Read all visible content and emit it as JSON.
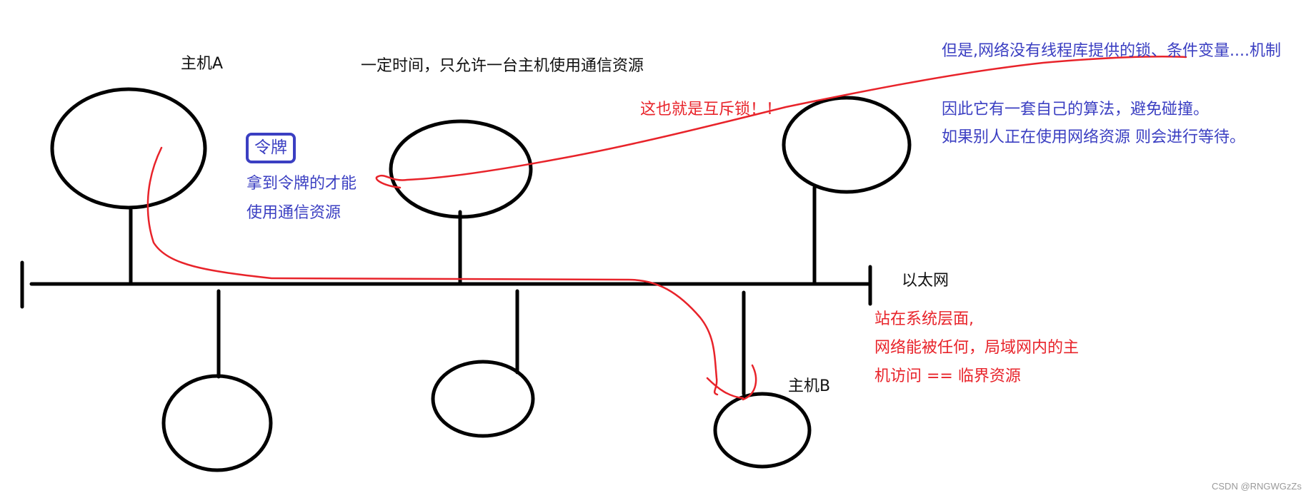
{
  "colors": {
    "ink": "#111111",
    "blue_note": "#3b3fc2",
    "red_note": "#e8232a",
    "watermark": "#9a9a9a"
  },
  "labels": {
    "host_a": "主机A",
    "host_b": "主机B",
    "ethernet": "以太网",
    "time_rule": "一定时间，只允许一台主机使用通信资源"
  },
  "token_note": {
    "token": "令牌",
    "line1": "拿到令牌的才能",
    "line2": "使用通信资源"
  },
  "mutex_note": "这也就是互斥锁！！",
  "network_note": {
    "line1": "但是,网络没有线程库提供的锁、条件变量....机制",
    "line2": "因此它有一套自己的算法，避免碰撞。",
    "line3": "如果别人正在使用网络资源 则会进行等待。"
  },
  "critical_note": {
    "line1": "站在系统层面,",
    "line2": "网络能被任何，局域网内的主",
    "line3": "机访问 == 临界资源"
  },
  "watermark": "CSDN @RNGWGzZs"
}
